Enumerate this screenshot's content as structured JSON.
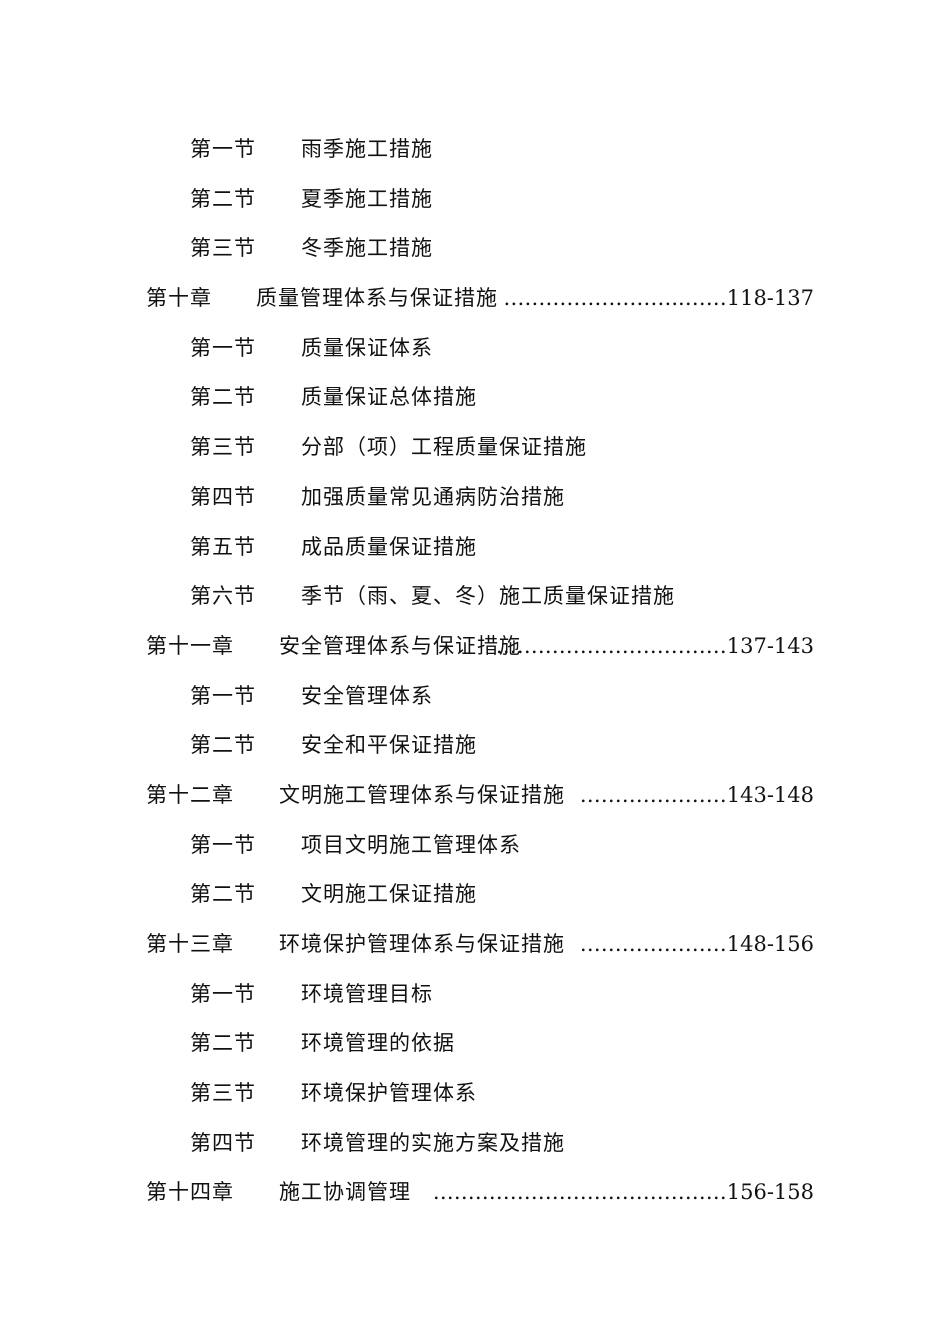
{
  "toc": [
    {
      "kind": "section",
      "num": "第一节",
      "title": "雨季施工措施"
    },
    {
      "kind": "section",
      "num": "第二节",
      "title": "夏季施工措施"
    },
    {
      "kind": "section",
      "num": "第三节",
      "title": "冬季施工措施"
    },
    {
      "kind": "chapter",
      "num": "第十章",
      "title": "质量管理体系与保证措施",
      "leader": "……………………..……118-137"
    },
    {
      "kind": "section",
      "num": "第一节",
      "title": "质量保证体系"
    },
    {
      "kind": "section",
      "num": "第二节",
      "title": "质量保证总体措施"
    },
    {
      "kind": "section",
      "num": "第三节",
      "title": "分部（项）工程质量保证措施"
    },
    {
      "kind": "section",
      "num": "第四节",
      "title": "加强质量常见通病防治措施"
    },
    {
      "kind": "section",
      "num": "第五节",
      "title": "成品质量保证措施"
    },
    {
      "kind": "section",
      "num": "第六节",
      "title": "季节（雨、夏、冬）施工质量保证措施"
    },
    {
      "kind": "chapter",
      "num": "第十一章",
      "title": "安全管理体系与保证措施",
      "leader": "……………………………137-143"
    },
    {
      "kind": "section",
      "num": "第一节",
      "title": "安全管理体系"
    },
    {
      "kind": "section",
      "num": "第二节",
      "title": "安全和平保证措施"
    },
    {
      "kind": "chapter",
      "num": "第十二章",
      "title": "文明施工管理体系与保证措施",
      "leader": "…………………143-148"
    },
    {
      "kind": "section",
      "num": "第一节",
      "title": "项目文明施工管理体系"
    },
    {
      "kind": "section",
      "num": "第二节",
      "title": "文明施工保证措施"
    },
    {
      "kind": "chapter",
      "num": "第十三章",
      "title": "环境保护管理体系与保证措施",
      "leader": "…………………148-156"
    },
    {
      "kind": "section",
      "num": "第一节",
      "title": "环境管理目标"
    },
    {
      "kind": "section",
      "num": "第二节",
      "title": "环境管理的依据"
    },
    {
      "kind": "section",
      "num": "第三节",
      "title": "环境保护管理体系"
    },
    {
      "kind": "section",
      "num": "第四节",
      "title": "环境管理的实施方案及措施"
    },
    {
      "kind": "chapter",
      "num": "第十四章",
      "title": "施工协调管理",
      "leader": "……………………………………156-158"
    }
  ]
}
